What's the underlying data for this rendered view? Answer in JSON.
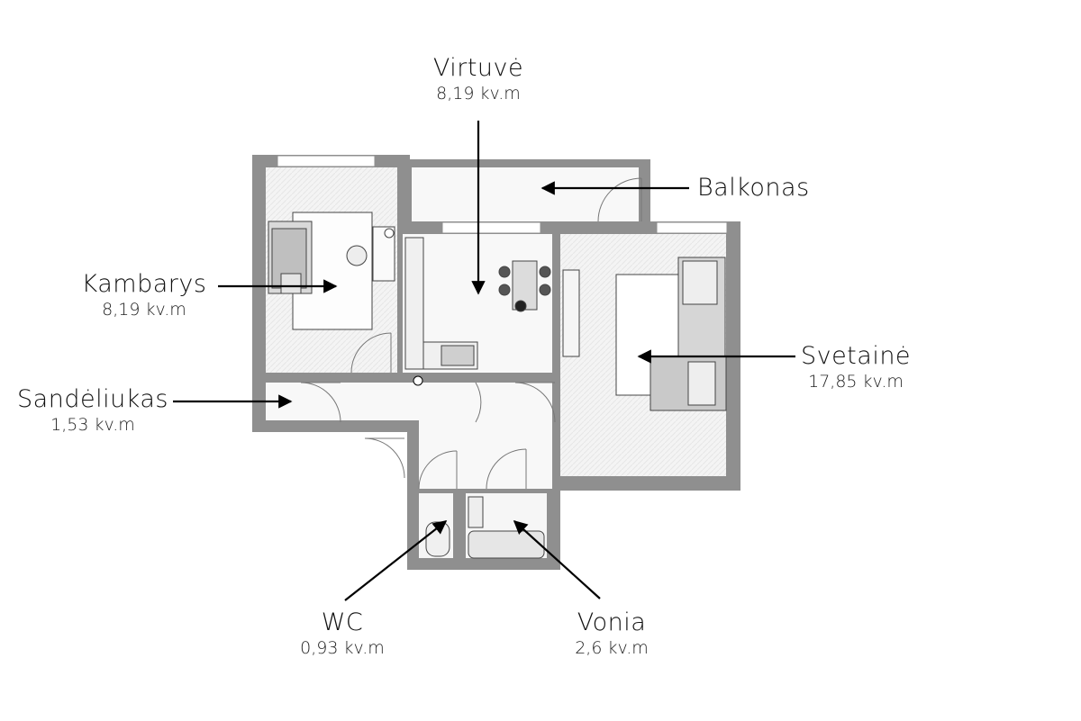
{
  "rooms": [
    {
      "name": "Virtuvė",
      "area": "8,19 kv.m"
    },
    {
      "name": "Balkonas",
      "area": ""
    },
    {
      "name": "Kambarys",
      "area": "8,19 kv.m"
    },
    {
      "name": "Svetainė",
      "area": "17,85 kv.m"
    },
    {
      "name": "Sandėliukas",
      "area": "1,53 kv.m"
    },
    {
      "name": "WC",
      "area": "0,93 kv.m"
    },
    {
      "name": "Vonia",
      "area": "2,6 kv.m"
    }
  ],
  "colors": {
    "wall": "#8f8f8f",
    "floor": "#f7f7f7",
    "line": "#000000"
  }
}
